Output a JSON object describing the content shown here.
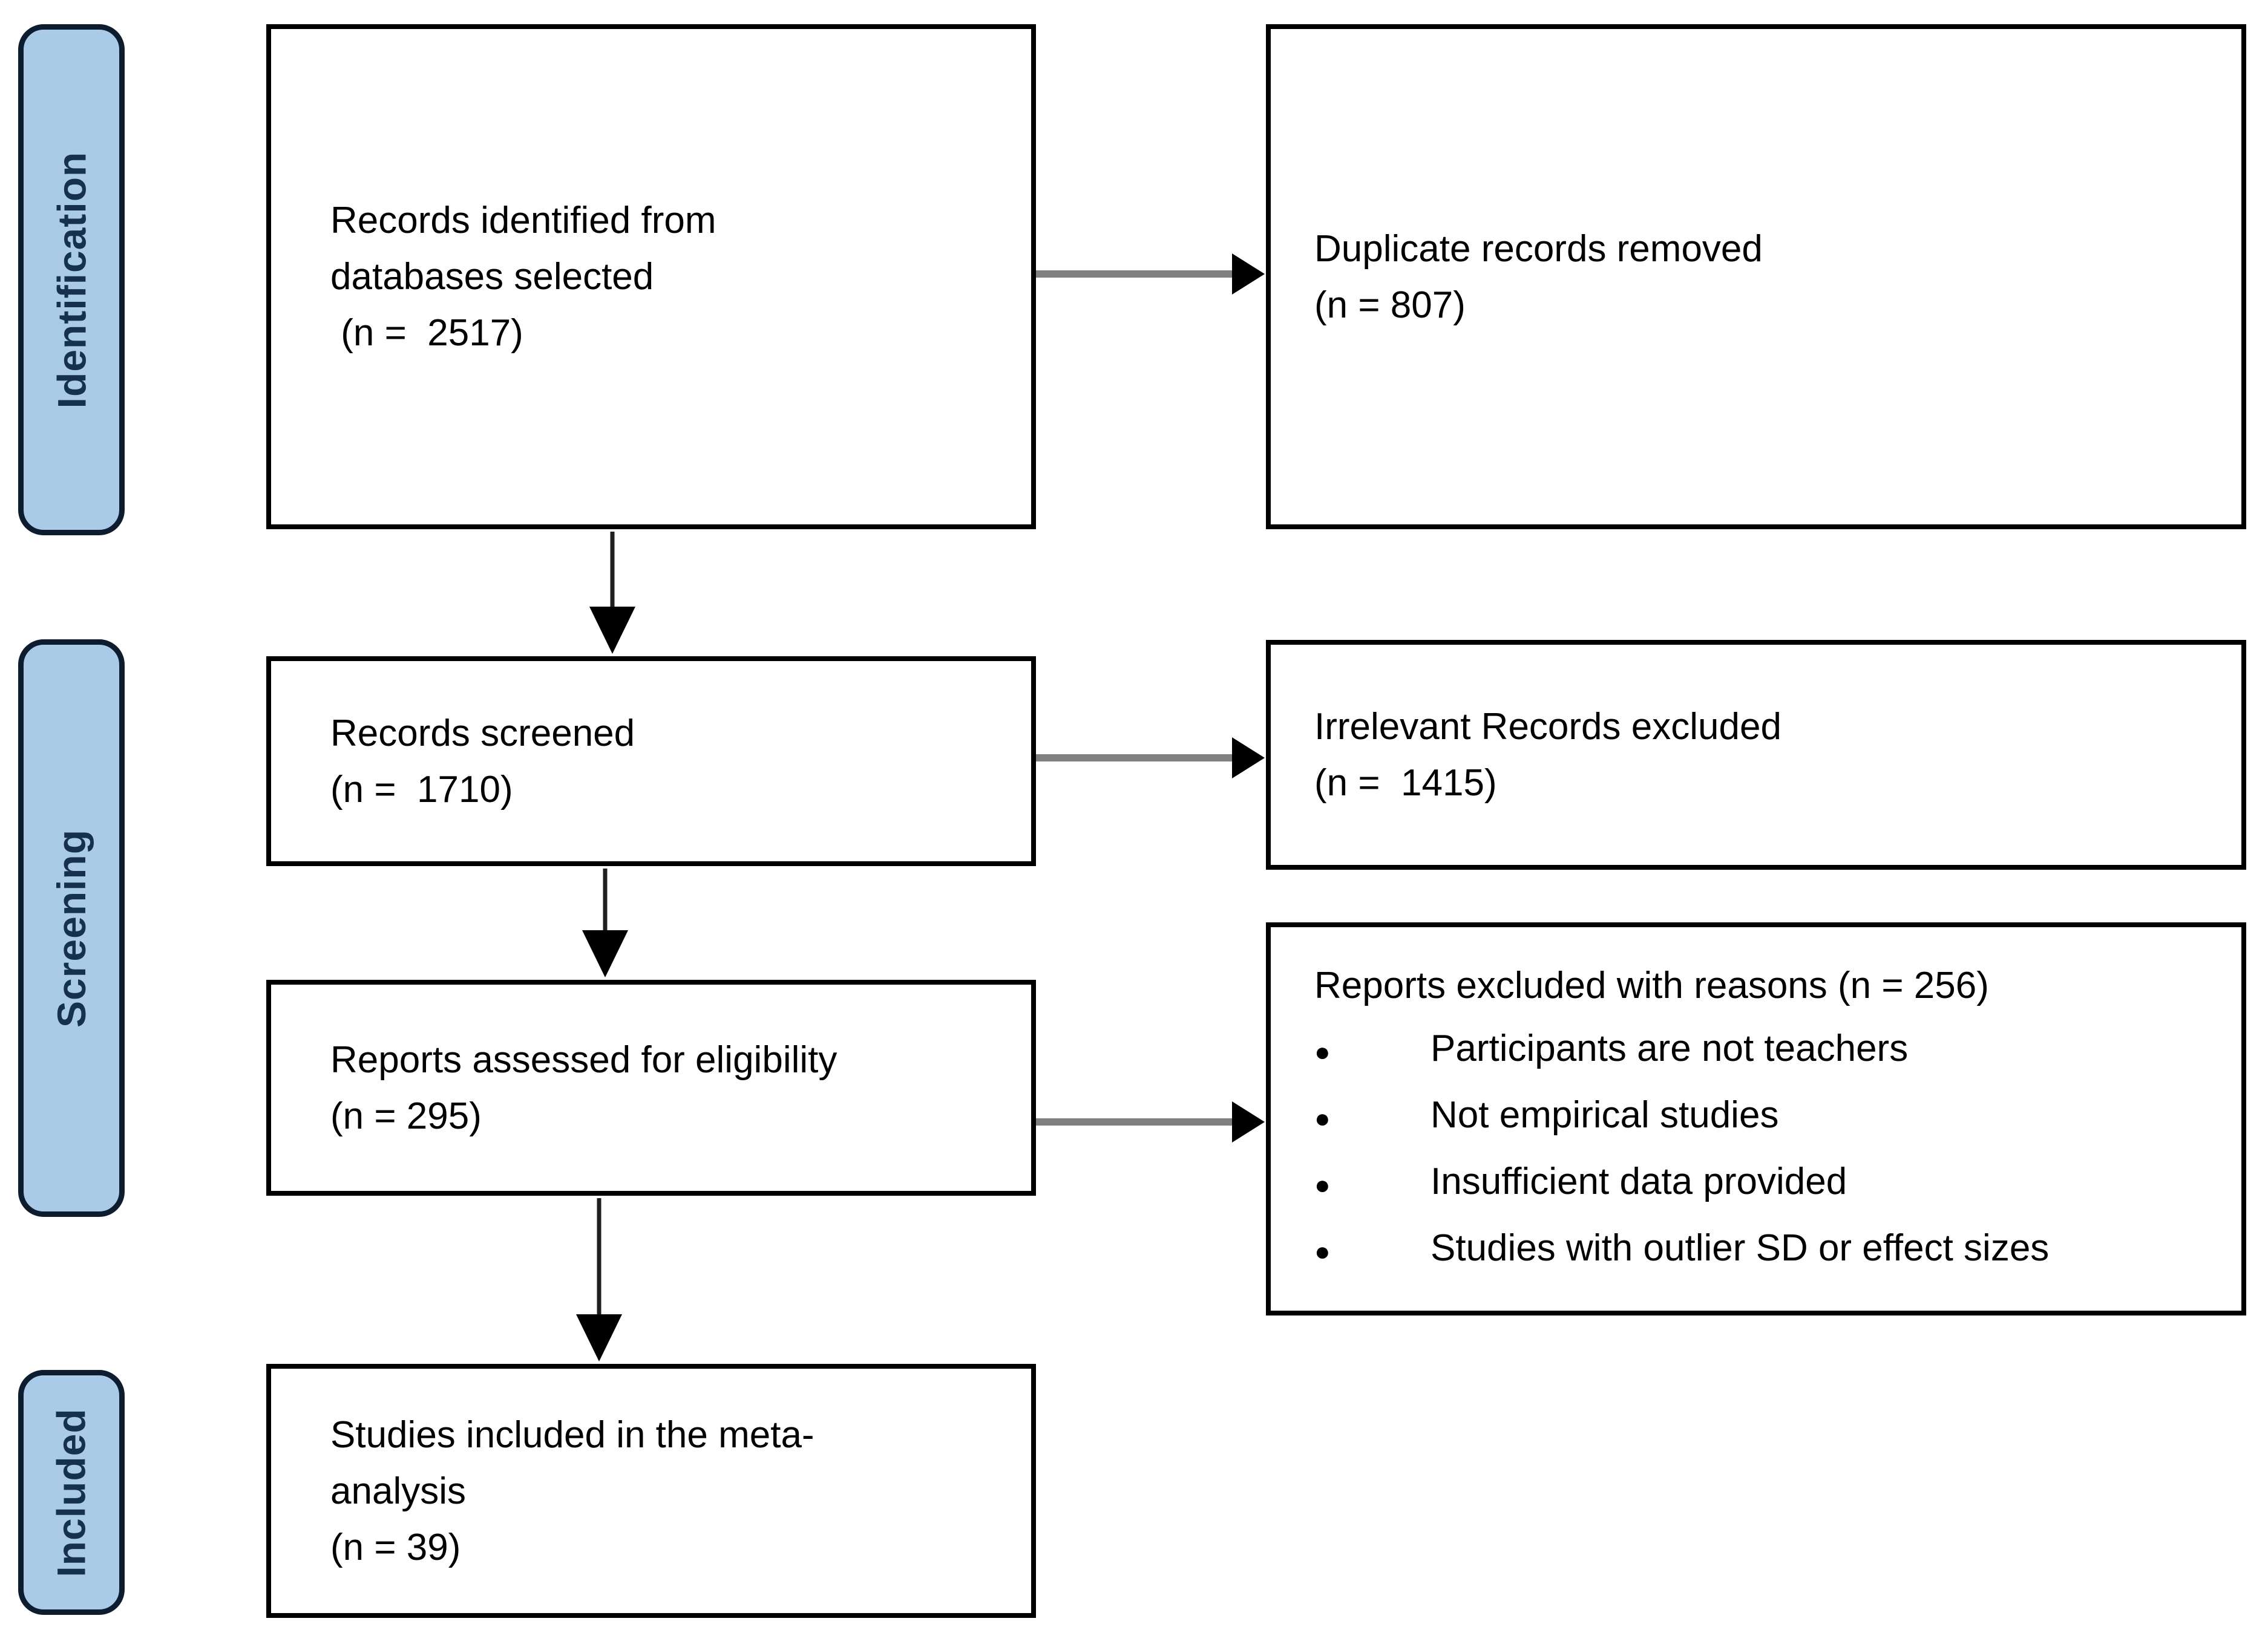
{
  "figure": {
    "kind": "PRISMA flow diagram",
    "background": "#ffffff"
  },
  "colors": {
    "stage_fill": "#a9cbe8",
    "stage_border": "#0d1c2e",
    "stage_text": "#16314f",
    "box_border": "#000000",
    "box_text": "#000000",
    "arrow_horizontal": "#808080",
    "arrow_vertical": "#1f1f1f",
    "arrowhead": "#000000"
  },
  "stages": {
    "identification": "Identification",
    "screening": "Screening",
    "included": "Included"
  },
  "boxes": {
    "records_identified": {
      "text": "Records identified from\ndatabases selected\n (n =  2517)"
    },
    "duplicates_removed": {
      "text": "Duplicate records removed\n(n = 807)"
    },
    "records_screened": {
      "text": "Records screened\n(n =  1710)"
    },
    "irrelevant_excluded": {
      "text": "Irrelevant Records excluded\n(n =  1415)"
    },
    "reports_assessed": {
      "text": "Reports assessed for eligibility\n(n = 295)"
    },
    "reports_excluded": {
      "title": "Reports excluded with reasons (n = 256)",
      "bullet": "●",
      "items": [
        "Participants are not teachers",
        "Not empirical studies",
        "Insufficient data provided",
        "Studies with outlier SD or effect sizes"
      ]
    },
    "studies_included": {
      "text": "Studies included in the meta-\nanalysis\n(n = 39)"
    }
  }
}
